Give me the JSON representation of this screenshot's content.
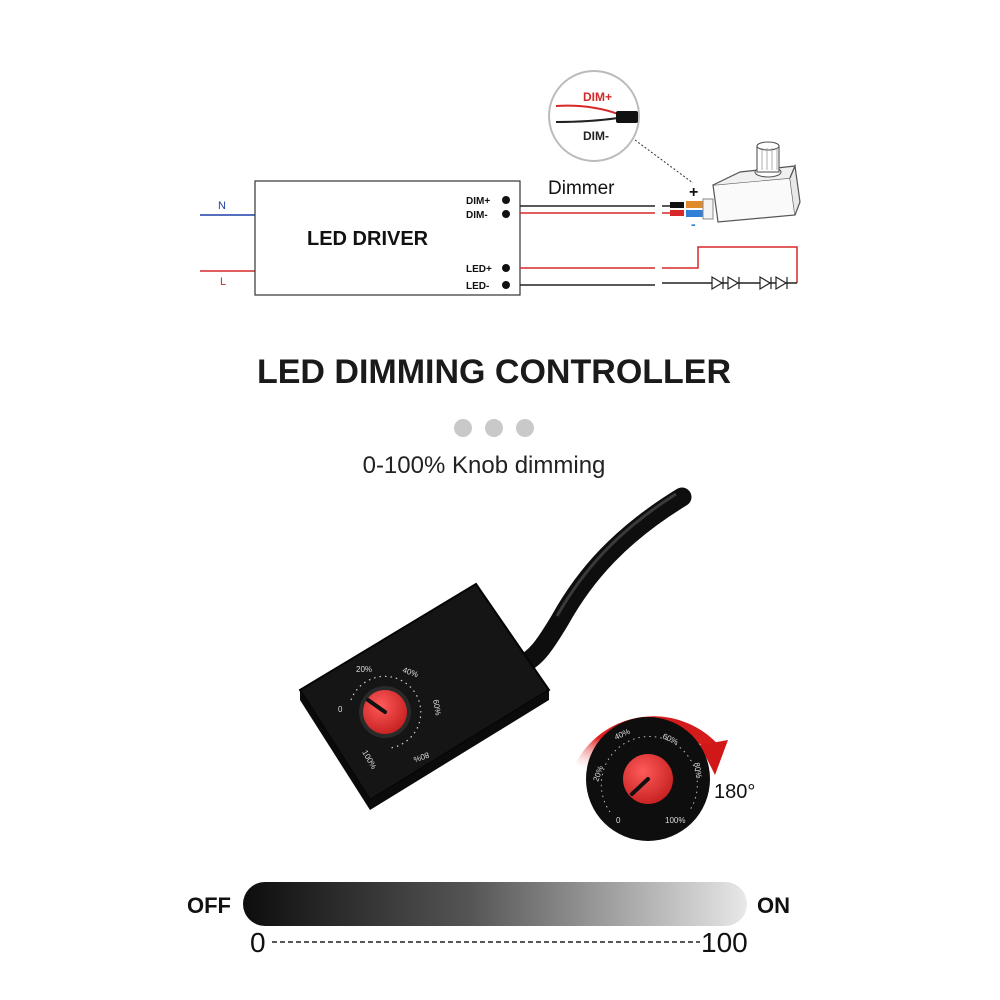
{
  "diagram": {
    "wires": {
      "n_label": "N",
      "l_label": "L"
    },
    "driver": {
      "title": "LED DRIVER",
      "terminals": {
        "dim_plus": "DIM+",
        "dim_minus": "DIM-",
        "led_plus": "LED+",
        "led_minus": "LED-"
      }
    },
    "dimmer_label": "Dimmer",
    "callout": {
      "dim_plus": "DIM+",
      "dim_minus": "DIM-"
    },
    "polarity": {
      "plus": "+",
      "minus": "-"
    }
  },
  "headline": "LED DIMMING CONTROLLER",
  "subtitle": "0-100% Knob dimming",
  "device": {
    "scale_labels": [
      "0",
      "20%",
      "40%",
      "60%",
      "80%",
      "100%"
    ]
  },
  "rotation": {
    "angle_label": "180°",
    "scale_labels": [
      "0",
      "20%",
      "40%",
      "60%",
      "80%",
      "100%"
    ]
  },
  "range": {
    "off_label": "OFF",
    "on_label": "ON",
    "min": "0",
    "max": "100"
  },
  "colors": {
    "neutral_wire": "#1f3fa8",
    "live_wire": "#d62828",
    "knob_red": "#e03030",
    "device_body": "#151515"
  }
}
